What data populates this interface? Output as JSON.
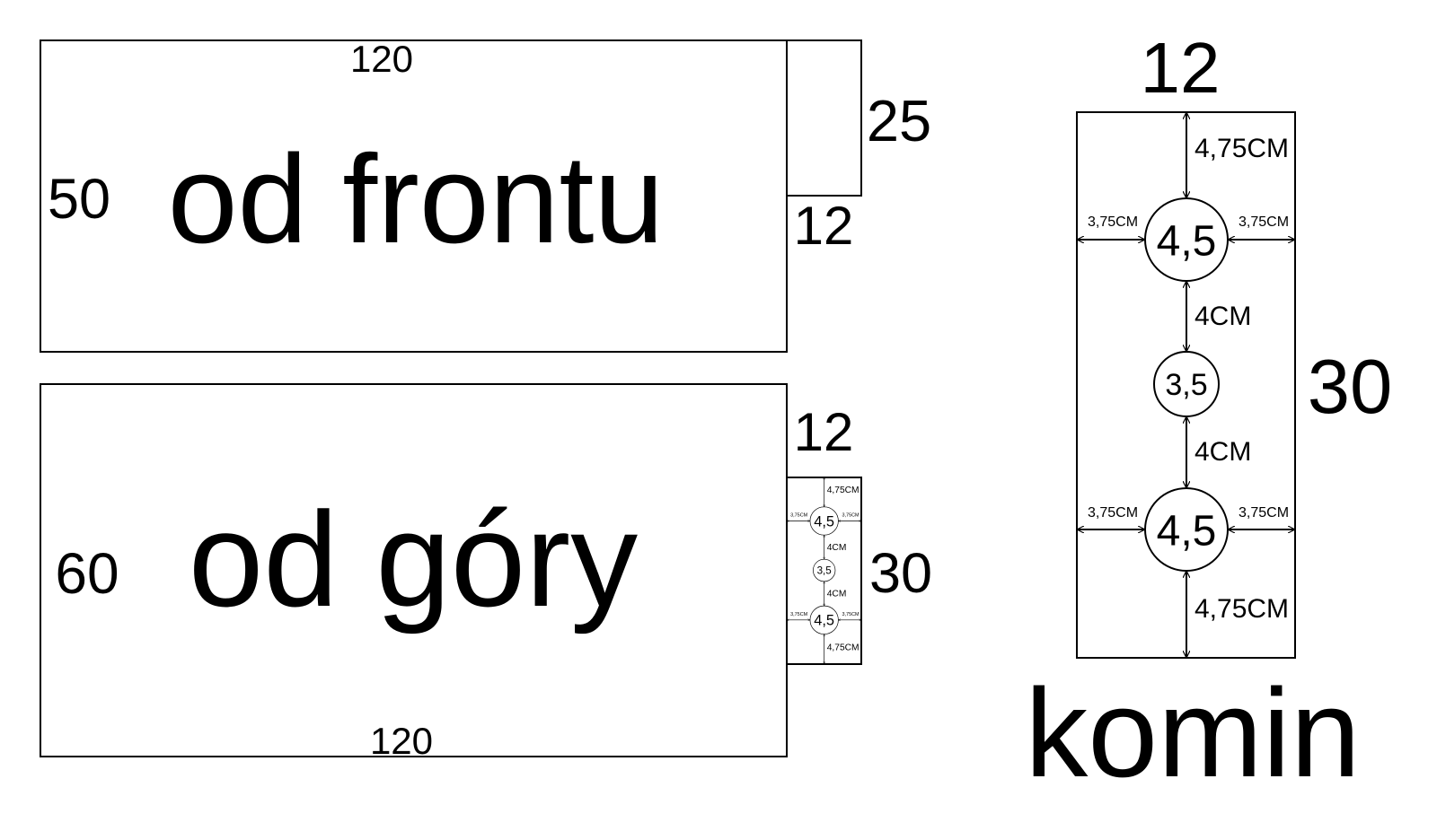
{
  "front": {
    "title": "od frontu",
    "width": "120",
    "height": "50",
    "side_height": "25",
    "side_width": "12"
  },
  "top": {
    "title": "od góry",
    "width": "120",
    "height": "60",
    "side_width": "12",
    "side_height": "30"
  },
  "komin": {
    "title": "komin",
    "width": "12",
    "height": "30",
    "labels": {
      "top_gap": "4,75CM",
      "side_gap": "3,75CM",
      "middle_gap": "4CM",
      "bottom_gap": "4,75CM",
      "large_hole": "4,5",
      "small_hole": "3,5"
    }
  },
  "colors": {
    "ink": "#000000",
    "paper": "#ffffff"
  }
}
